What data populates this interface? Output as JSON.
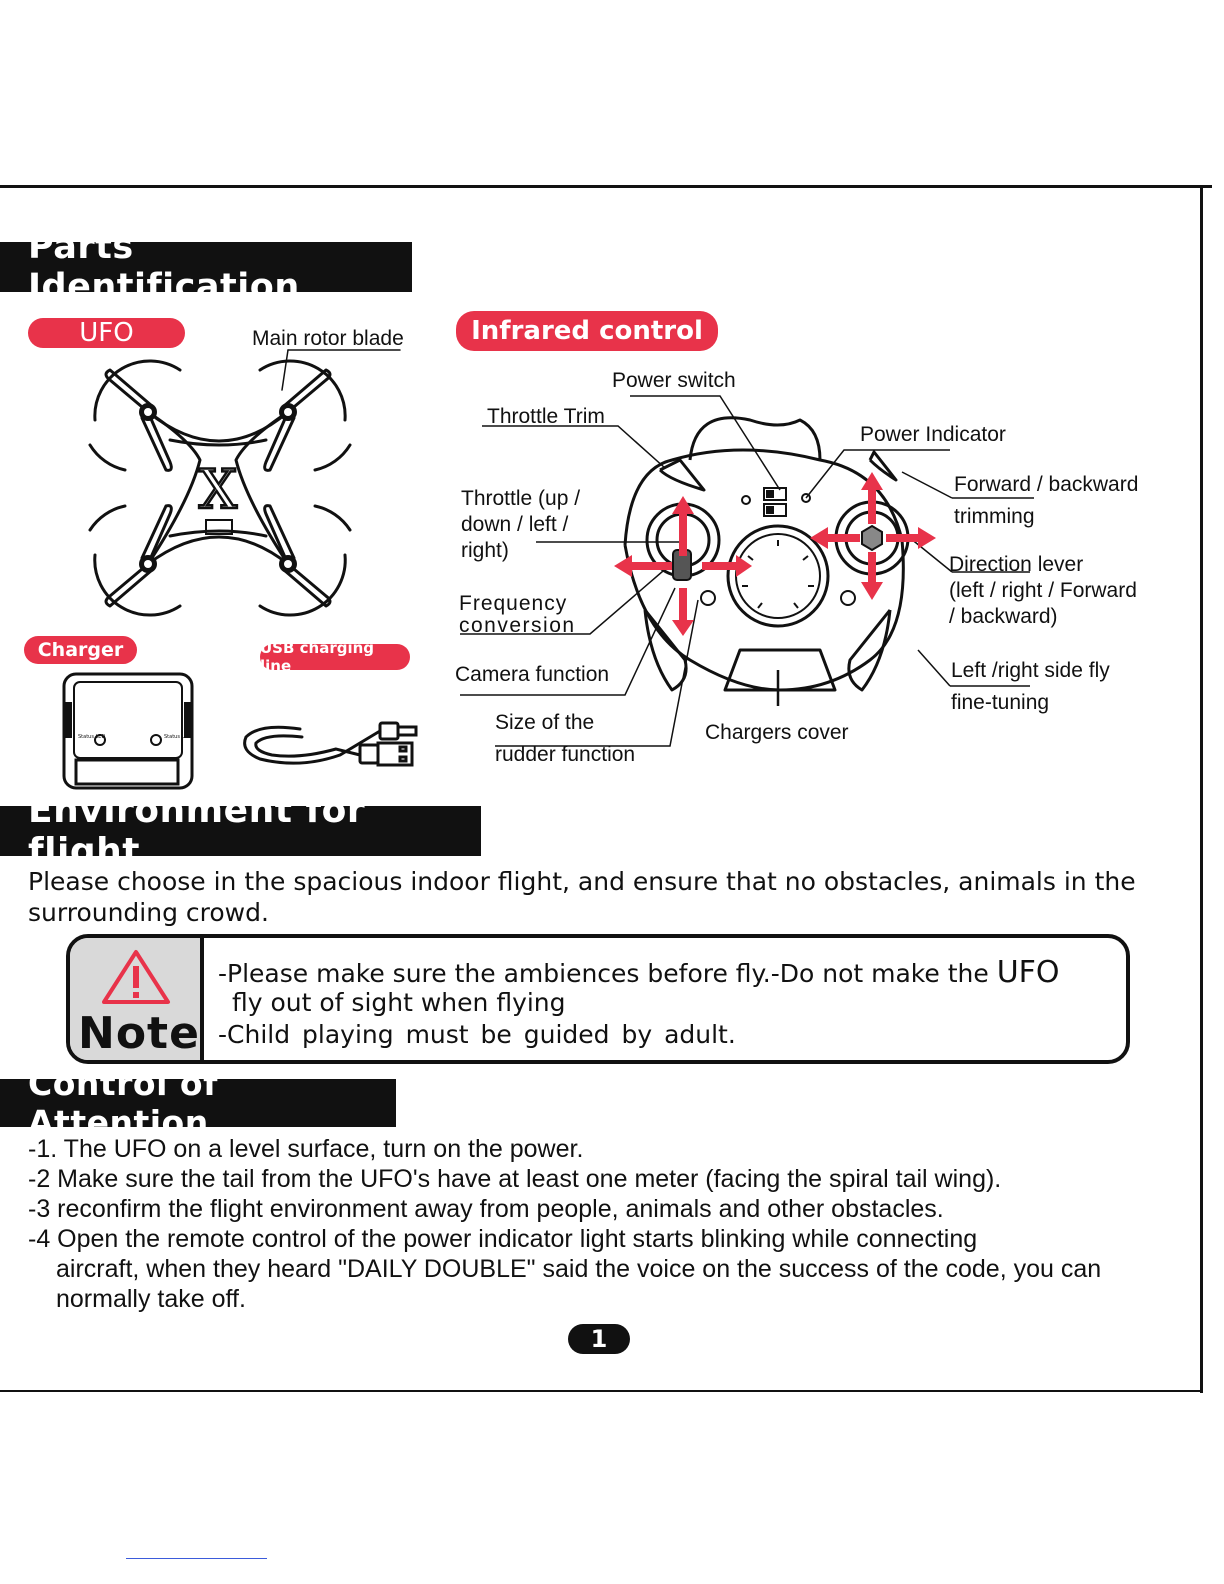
{
  "sections": {
    "parts": "Parts Identification",
    "environment": "Environment for flight",
    "attention": "Control of Attention"
  },
  "pills": {
    "ufo": "UFO",
    "infrared": "Infrared control",
    "charger": "Charger",
    "usb": "USB charging line"
  },
  "ufo_labels": {
    "main_rotor_blade": "Main rotor blade",
    "body_letter": "X"
  },
  "charger_labels": {
    "status_led": "Status LED"
  },
  "remote_labels": {
    "power_switch": "Power switch",
    "throttle_trim": "Throttle Trim",
    "power_indicator": "Power Indicator",
    "forward_backward_1": "Forward / backward",
    "forward_backward_2": "trimming",
    "throttle_1": "Throttle (up /",
    "throttle_2": "down / left /",
    "throttle_3": "right)",
    "direction_1": "Direction lever",
    "direction_2": "(left / right / Forward",
    "direction_3": "/ backward)",
    "frequency_1": "Frequency",
    "frequency_2": "conversion",
    "camera": "Camera function",
    "side_fly_1": "Left /right side fly",
    "side_fly_2": "fine-tuning",
    "rudder_1": "Size of the",
    "rudder_2": "rudder function",
    "chargers_cover": "Chargers cover"
  },
  "environment": {
    "text": "Please choose in the spacious indoor flight, and ensure that no obstacles, animals in the surrounding crowd.",
    "note_word": "Note",
    "note_line1_a": "-Please make sure the ambiences before fly.-Do not make the ",
    "note_line1_b": "UFO",
    "note_line2": "fly out of sight when flying",
    "note_line3": "-Child playing must be guided by adult."
  },
  "attention_steps": [
    {
      "num": "-1.",
      "text": " The UFO on a level surface, turn on the power."
    },
    {
      "num": "-2",
      "text": " Make sure the tail from the UFO's have at least one meter (facing the spiral tail wing)."
    },
    {
      "num": "-3",
      "text": " reconfirm the flight environment away from people, animals and other obstacles."
    },
    {
      "num": "-4",
      "text": " Open the remote control of the power indicator light starts blinking while connecting"
    }
  ],
  "attention_step4_cont": "aircraft, when they heard \"DAILY DOUBLE\" said the voice on the success of the code, you can normally take off.",
  "page_number": "1",
  "colors": {
    "accent": "#e8334a",
    "header_bg": "#111111",
    "note_panel": "#d9d9d9"
  }
}
